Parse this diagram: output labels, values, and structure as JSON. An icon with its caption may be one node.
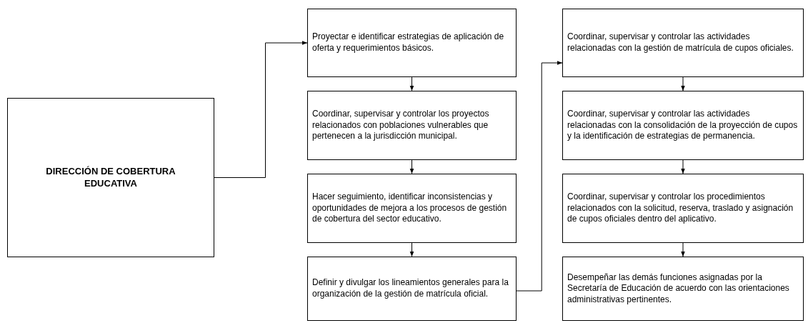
{
  "diagram": {
    "nodes": [
      {
        "text": [
          "DIRECCIÓN DE COBERTURA EDUCATIVA"
        ]
      },
      {
        "text": [
          "Proyectar e identificar estrategias de aplicación de oferta y requerimientos básicos."
        ]
      },
      {
        "text": [
          "Coordinar, supervisar y controlar los proyectos relacionados con poblaciones vulnerables que pertenecen a la jurisdicción municipal."
        ]
      },
      {
        "text": [
          "Hacer seguimiento, identificar inconsistencias y oportunidades de mejora a los procesos de gestión de cobertura del sector educativo."
        ]
      },
      {
        "text": [
          "Definir y divulgar los lineamientos generales para la organización de la gestión de matrícula oficial."
        ]
      },
      {
        "text": [
          "Coordinar, supervisar y controlar las actividades relacionadas con la gestión de matrícula de cupos oficiales."
        ]
      },
      {
        "text": [
          "Coordinar, supervisar y controlar las actividades relacionadas con la consolidación de la proyección de cupos y la identificación de estrategias de permanencia."
        ]
      },
      {
        "text": [
          "Coordinar, supervisar y controlar los procedimientos relacionados con la solicitud, reserva, traslado y asignación de cupos oficiales dentro del aplicativo."
        ]
      },
      {
        "text": [
          "Desempeñar las demás funciones asignadas por la Secretaría de Educación de acuerdo con las orientaciones administrativas pertinentes."
        ]
      }
    ],
    "edges": [
      {
        "from": 0,
        "to": 1,
        "arrow": "to"
      },
      {
        "from": 1,
        "to": 2,
        "arrow": "to"
      },
      {
        "from": 2,
        "to": 3,
        "arrow": "to"
      },
      {
        "from": 3,
        "to": 4,
        "arrow": "to"
      },
      {
        "from": 4,
        "to": 5,
        "arrow": "to"
      },
      {
        "from": 5,
        "to": 6,
        "arrow": "to"
      },
      {
        "from": 6,
        "to": 7,
        "arrow": "to"
      },
      {
        "from": 7,
        "to": 8,
        "arrow": "to"
      }
    ]
  }
}
